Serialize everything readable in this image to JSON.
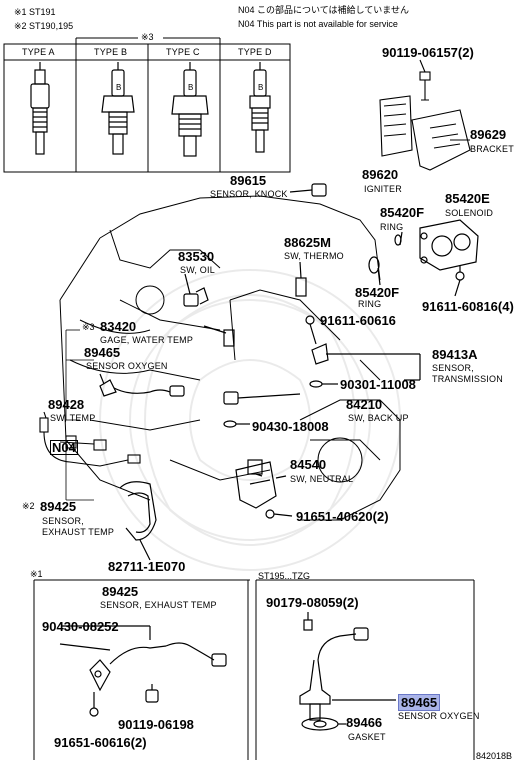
{
  "notes": {
    "star1": "※1 ST191",
    "star2": "※2 ST190,195",
    "n04_jp": "N04 この部品については補給していません",
    "n04_en": "N04 This part is not available for service"
  },
  "types_table": {
    "marker": "※3",
    "headers": [
      "TYPE A",
      "TYPE B",
      "TYPE C",
      "TYPE D"
    ]
  },
  "parts": {
    "p90119_06157": "90119-06157(2)",
    "p89629": "89629",
    "p89629_desc": "BRACKET",
    "p89620": "89620",
    "p89620_desc": "IGNITER",
    "p89615": "89615",
    "p89615_desc": "SENSOR, KNOCK",
    "p85420E": "85420E",
    "p85420E_desc": "SOLENOID",
    "p85420F_ring": "85420F",
    "p85420F_ring_desc": "RING",
    "p85420F_ring2": "85420F",
    "p85420F_ring2_desc": "RING",
    "p83530": "83530",
    "p83530_desc": "SW, OIL",
    "p88625M": "88625M",
    "p88625M_desc": "SW, THERMO",
    "p91611_60816": "91611-60816(4)",
    "p91611_60616": "91611-60616",
    "p83420_mark": "※3",
    "p83420": "83420",
    "p83420_desc": "GAGE, WATER TEMP",
    "p89465a": "89465",
    "p89465a_desc": "SENSOR OXYGEN",
    "p89413A": "89413A",
    "p89413A_desc1": "SENSOR,",
    "p89413A_desc2": "TRANSMISSION",
    "p90301_11008": "90301-11008",
    "p89428": "89428",
    "p89428_desc": "SW, TEMP",
    "p84210": "84210",
    "p84210_desc": "SW, BACK UP",
    "p90430_18008": "90430-18008",
    "n04": "N04",
    "p84540": "84540",
    "p84540_desc": "SW, NEUTRAL",
    "p89425a_mark": "※2",
    "p89425a": "89425",
    "p89425a_desc1": "SENSOR,",
    "p89425a_desc2": "EXHAUST TEMP",
    "p91651_40620": "91651-40620(2)",
    "p82711": "82711-1E070"
  },
  "lower_left": {
    "marker": "※1",
    "p89425": "89425",
    "p89425_desc": "SENSOR, EXHAUST TEMP",
    "p90430_08252": "90430-08252",
    "p90119_06198": "90119-06198",
    "p91651_60616": "91651-60616(2)"
  },
  "lower_right": {
    "header": "ST195...TZG",
    "p90179_08059": "90179-08059(2)",
    "p89465": "89465",
    "p89465_desc": "SENSOR OXYGEN",
    "p89466": "89466",
    "p89466_desc": "GASKET"
  },
  "footer_code": "842018B"
}
